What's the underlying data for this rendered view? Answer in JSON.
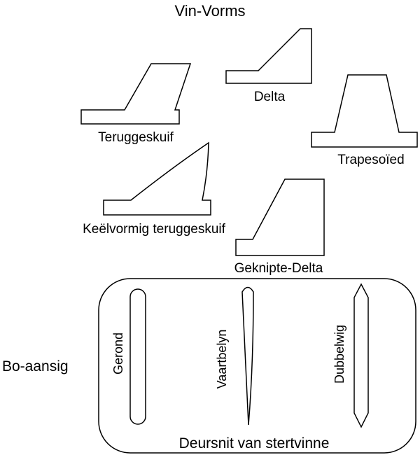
{
  "title": "Vin-Vorms",
  "fin_shapes": [
    {
      "id": "teruggeskuif",
      "label": "Teruggeskuif"
    },
    {
      "id": "delta",
      "label": "Delta"
    },
    {
      "id": "trapesoied",
      "label": "Trapesoïed"
    },
    {
      "id": "keelvormig",
      "label": "Keëlvormig teruggeskuif"
    },
    {
      "id": "geknipte-delta",
      "label": "Geknipte-Delta"
    }
  ],
  "top_view_label": "Bo-aansig",
  "cross_sections": {
    "caption": "Deursnit van stertvinne",
    "items": [
      {
        "id": "gerond",
        "label": "Gerond"
      },
      {
        "id": "vaartbelyn",
        "label": "Vaartbelyn"
      },
      {
        "id": "dubbelwig",
        "label": "Dubbelwig"
      }
    ]
  }
}
